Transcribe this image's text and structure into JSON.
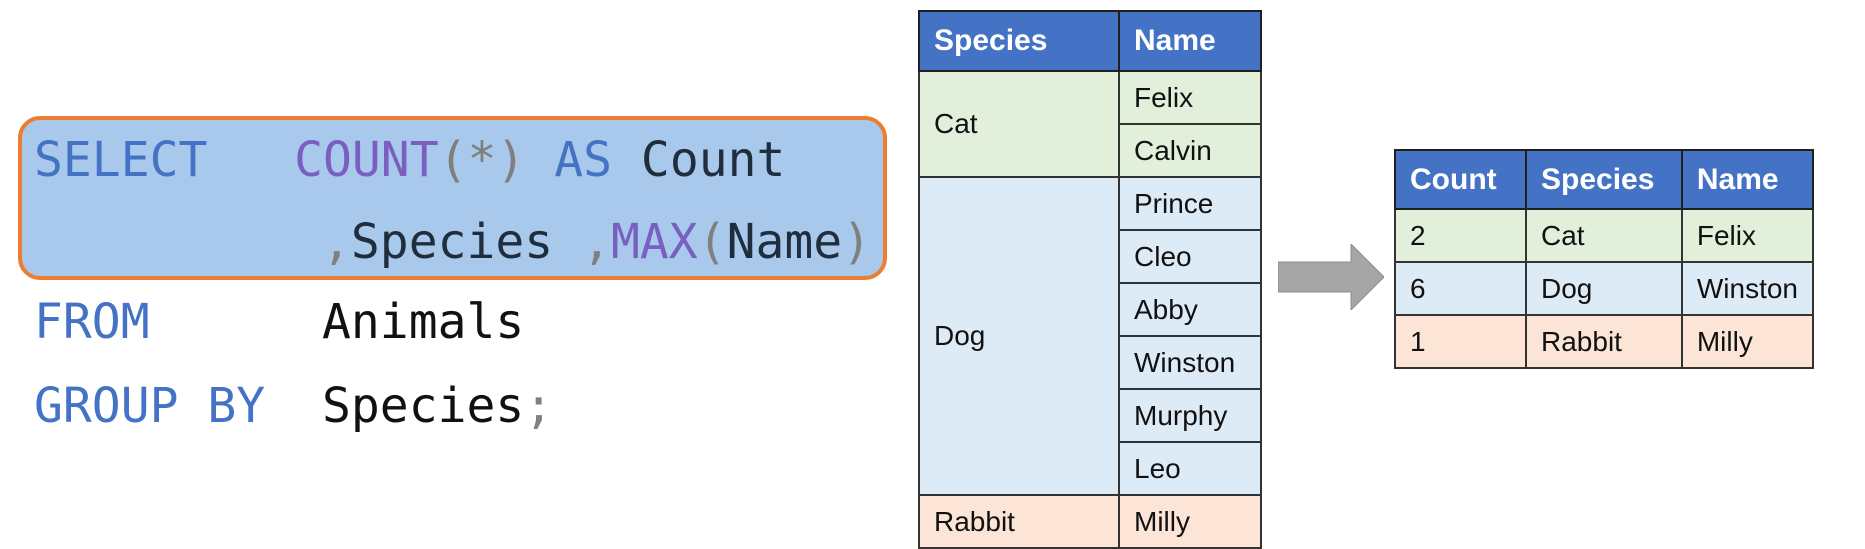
{
  "sql": {
    "line1": {
      "kw": "SELECT",
      "fn": "COUNT",
      "open": "(",
      "star": "*",
      "close": ")",
      "as": "AS",
      "alias": "Count"
    },
    "line2": {
      "comma1": ",",
      "col": "Species",
      "comma2": " ,",
      "fn": "MAX",
      "open": "(",
      "arg": "Name",
      "close": ")"
    },
    "line3": {
      "kw": "FROM",
      "table": "Animals"
    },
    "line4": {
      "kw": "GROUP BY",
      "col": "Species",
      "semi": ";"
    }
  },
  "source_table": {
    "headers": [
      "Species",
      "Name"
    ],
    "groups": [
      {
        "species": "Cat",
        "names": [
          "Felix",
          "Calvin"
        ]
      },
      {
        "species": "Dog",
        "names": [
          "Prince",
          "Cleo",
          "Abby",
          "Winston",
          "Murphy",
          "Leo"
        ]
      },
      {
        "species": "Rabbit",
        "names": [
          "Milly"
        ]
      }
    ]
  },
  "result_table": {
    "headers": [
      "Count",
      "Species",
      "Name"
    ],
    "rows": [
      [
        "2",
        "Cat",
        "Felix"
      ],
      [
        "6",
        "Dog",
        "Winston"
      ],
      [
        "1",
        "Rabbit",
        "Milly"
      ]
    ]
  },
  "colors": {
    "header_blue": "#4472c4",
    "cat_green": "#e2efda",
    "dog_blue": "#ddebf7",
    "rabbit_peach": "#fce4d6",
    "highlight_fill": "#a8c9ec",
    "highlight_border": "#ed7d31",
    "arrow_gray": "#a6a6a6"
  },
  "icons": {
    "arrow": "right-arrow-icon"
  }
}
